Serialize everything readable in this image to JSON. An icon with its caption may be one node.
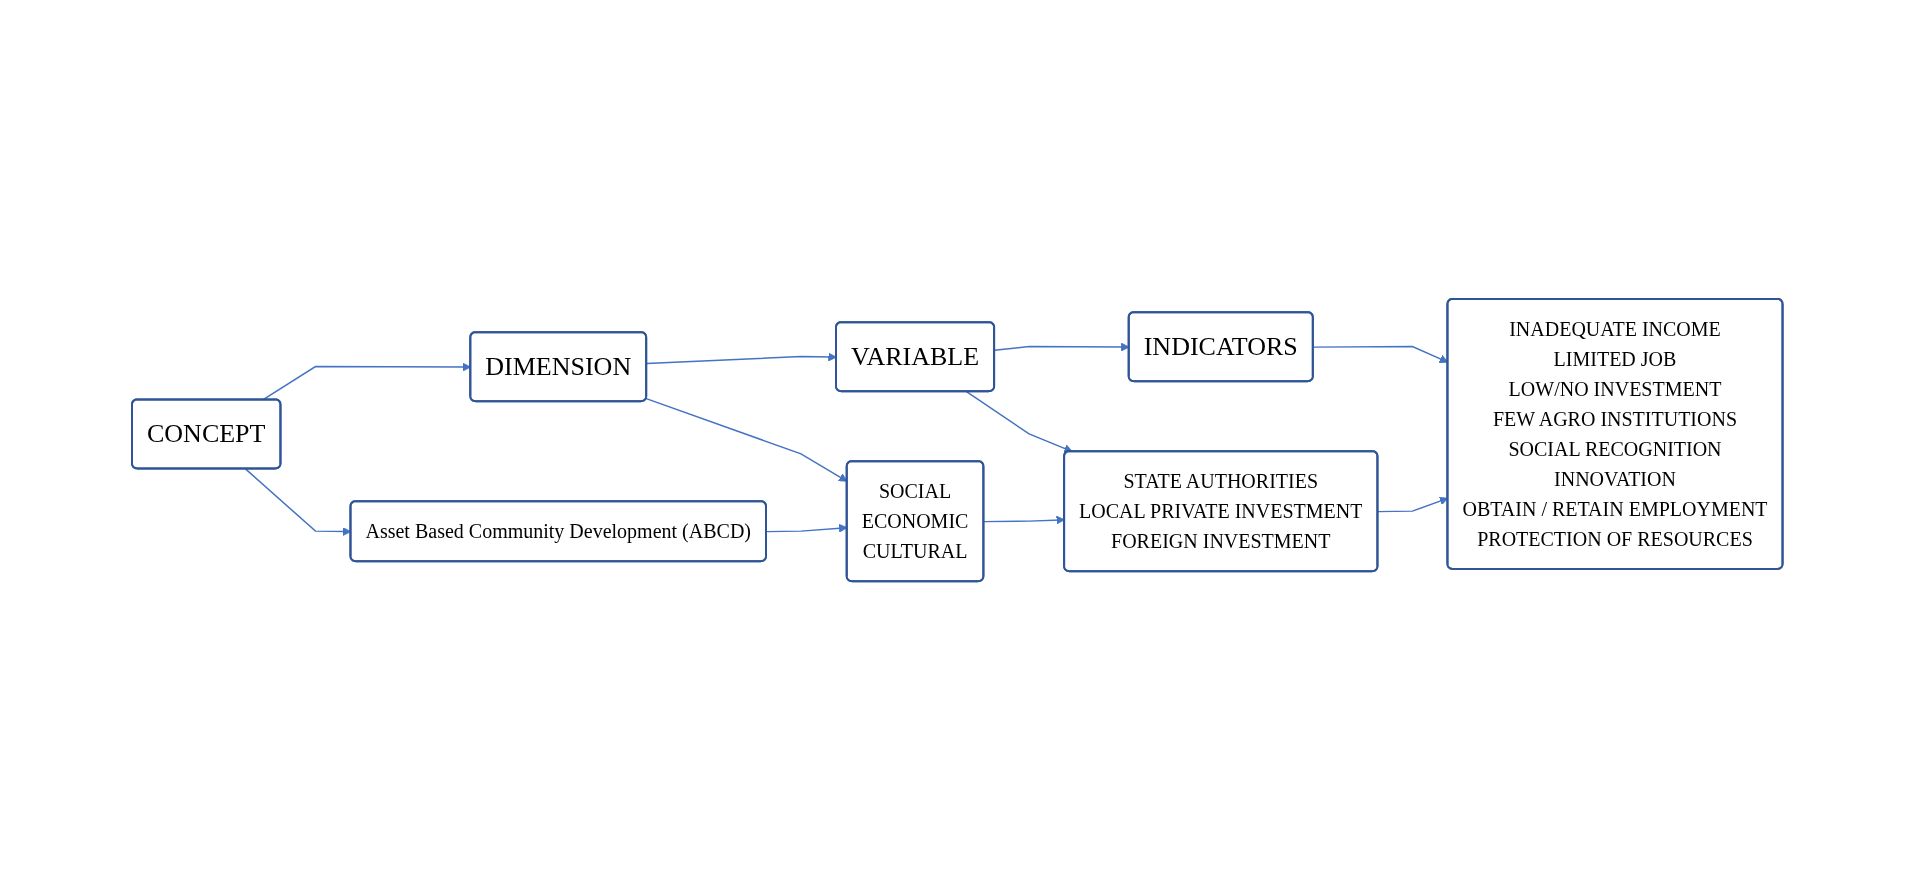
{
  "diagram": {
    "nodes": [
      {
        "text": [
          "CONCEPT"
        ]
      },
      {
        "text": [
          "DIMENSION"
        ]
      },
      {
        "text": [
          "VARIABLE"
        ]
      },
      {
        "text": [
          "INDICATORS"
        ]
      },
      {
        "text": [
          "Asset Based Community Development (ABCD)"
        ]
      },
      {
        "text": [
          "SOCIAL",
          "ECONOMIC",
          "CULTURAL"
        ]
      },
      {
        "text": [
          "STATE AUTHORITIES",
          "LOCAL PRIVATE INVESTMENT",
          "FOREIGN INVESTMENT"
        ]
      },
      {
        "text": [
          "INADEQUATE INCOME",
          "LIMITED JOB",
          "LOW/NO INVESTMENT",
          "FEW AGRO INSTITUTIONS",
          "SOCIAL RECOGNITION",
          "INNOVATION",
          "OBTAIN / RETAIN EMPLOYMENT",
          "PROTECTION OF RESOURCES"
        ]
      }
    ],
    "edges": [
      {
        "from": 0,
        "to": 1,
        "arrow": "to"
      },
      {
        "from": 1,
        "to": 2,
        "arrow": "to"
      },
      {
        "from": 2,
        "to": 3,
        "arrow": "to"
      },
      {
        "from": 0,
        "to": 4,
        "arrow": "to"
      },
      {
        "from": 1,
        "to": 5,
        "arrow": "to"
      },
      {
        "from": 2,
        "to": 6,
        "arrow": "to"
      },
      {
        "from": 3,
        "to": 7,
        "arrow": "to"
      },
      {
        "from": 4,
        "to": 5,
        "arrow": "to"
      },
      {
        "from": 5,
        "to": 6,
        "arrow": "to"
      },
      {
        "from": 6,
        "to": 7,
        "arrow": "to"
      }
    ]
  }
}
